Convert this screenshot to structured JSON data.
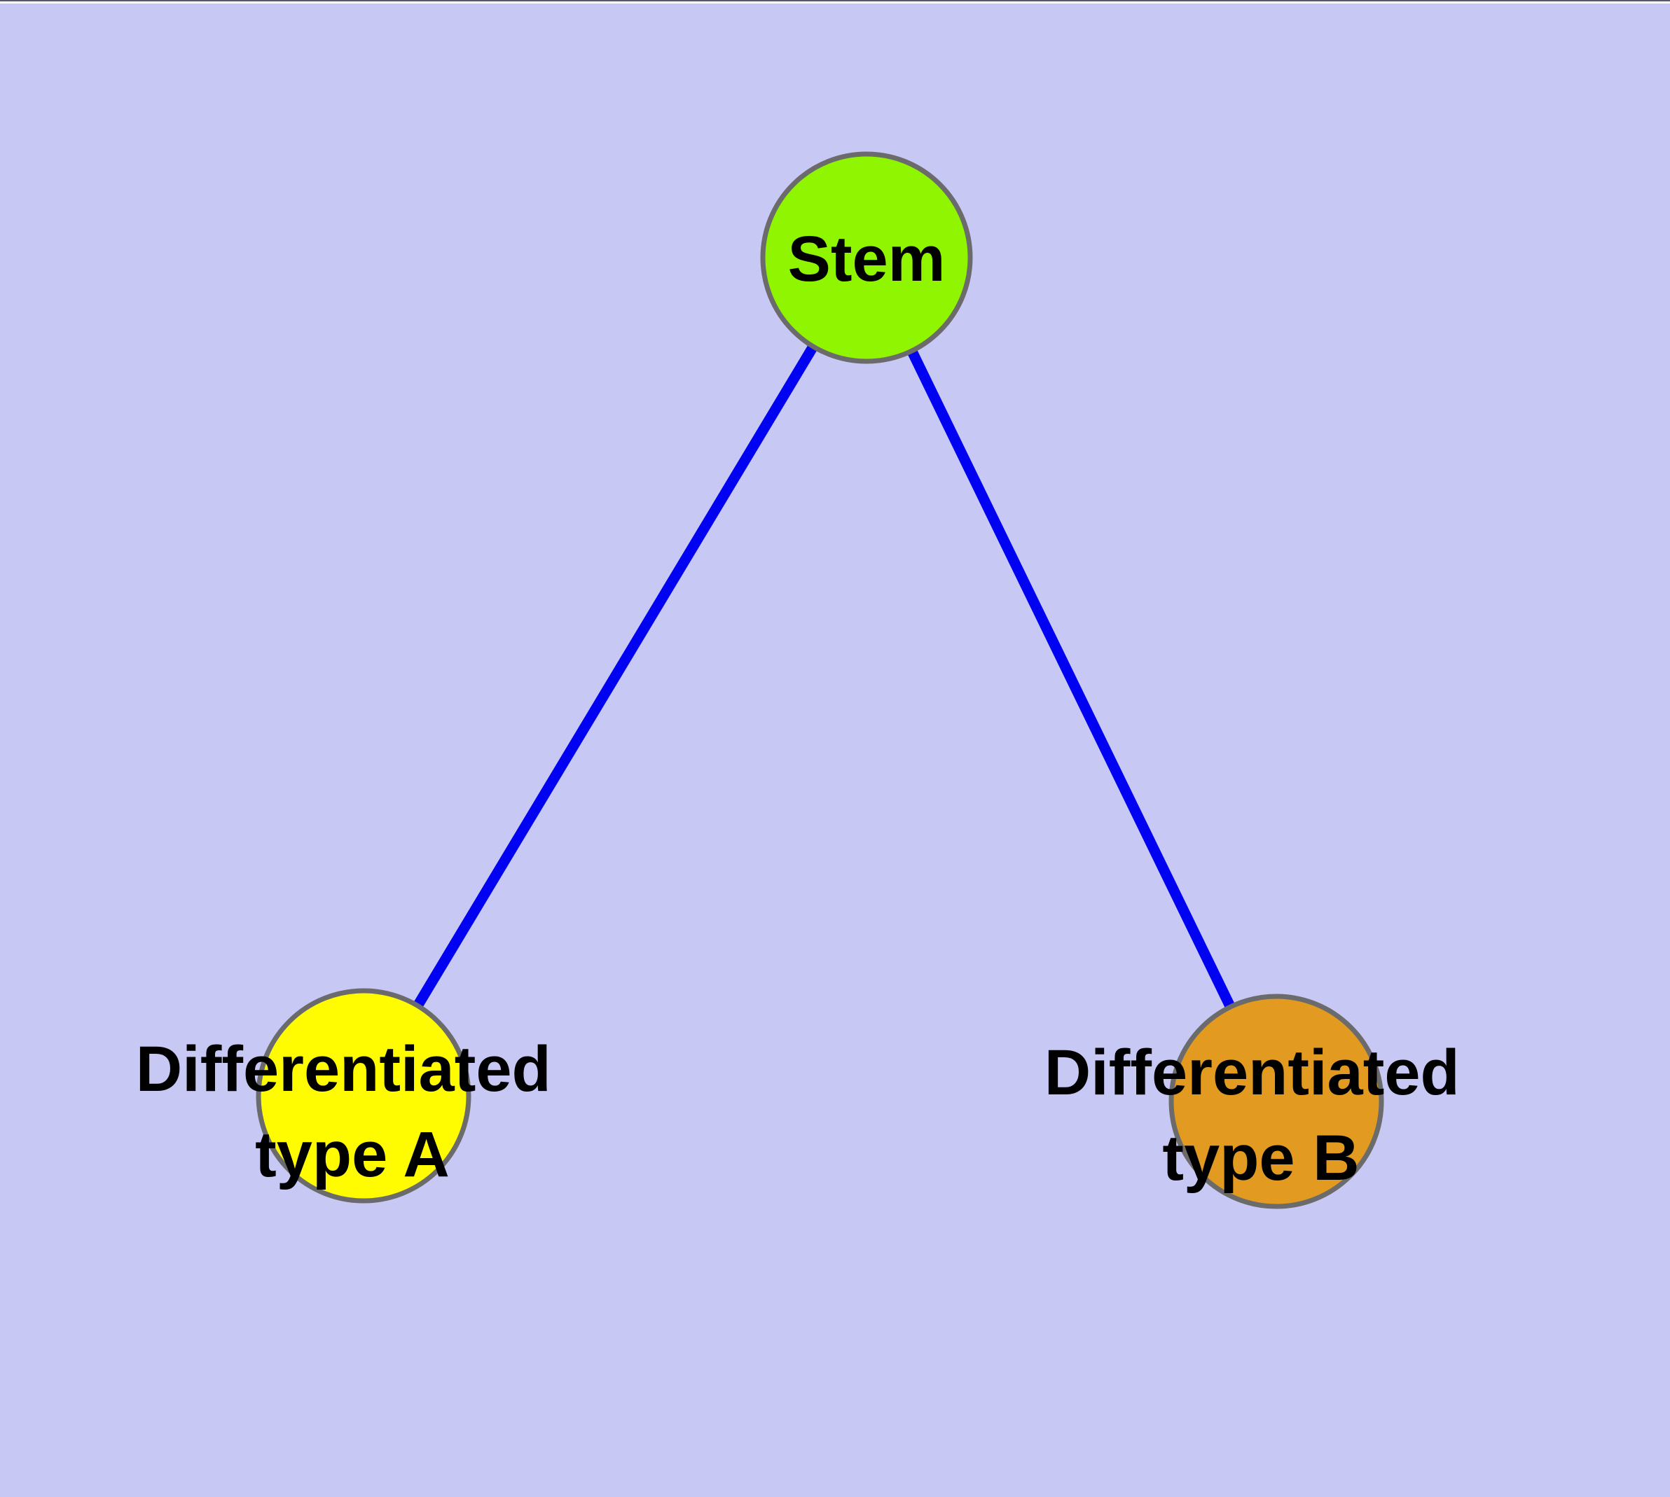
{
  "diagram": {
    "background_color": "#C8C8F5",
    "edge_color": "#0202F2",
    "node_border_color": "#6B6B6B",
    "text_color": "#000000",
    "nodes": [
      {
        "id": "stem",
        "label": "Stem",
        "label_lines": [
          "Stem"
        ],
        "fill": "#8FF500"
      },
      {
        "id": "differentiated-type-a",
        "label": "Differentiated type A",
        "label_lines": [
          "Differentiated",
          "type A"
        ],
        "fill": "#FFFB00"
      },
      {
        "id": "differentiated-type-b",
        "label": "Differentiated type B",
        "label_lines": [
          "Differentiated",
          "type B"
        ],
        "fill": "#E29A20"
      }
    ],
    "edges": [
      {
        "from": "Stem",
        "to": "Differentiated type A"
      },
      {
        "from": "Stem",
        "to": "Differentiated type B"
      }
    ]
  }
}
